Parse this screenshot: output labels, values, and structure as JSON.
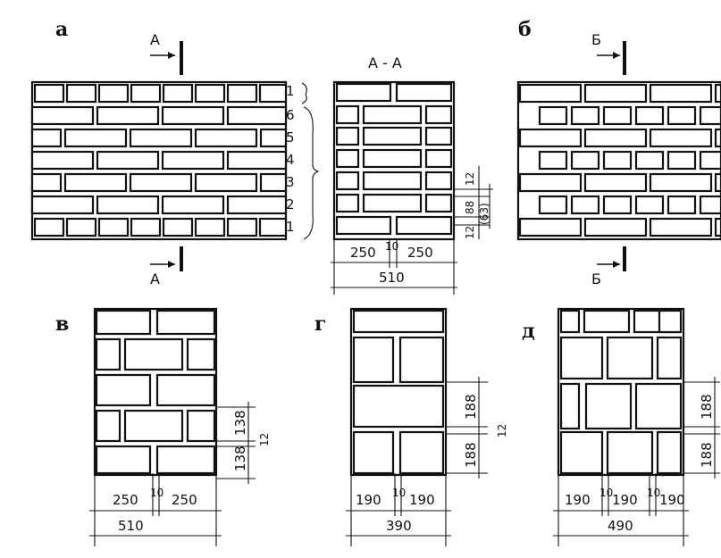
{
  "panels": {
    "a": "а",
    "b": "б",
    "v": "в",
    "g": "г",
    "d": "д"
  },
  "cut_marks": {
    "a_top": "А",
    "a_bottom": "А",
    "b_top": "Б",
    "b_bottom": "Б"
  },
  "section_title": "А - А",
  "course_numbers": [
    "1",
    "6",
    "5",
    "4",
    "3",
    "2",
    "1"
  ],
  "dims": {
    "section": {
      "left": "250",
      "joint": "10",
      "right": "250",
      "total": "510",
      "v12a": "12",
      "v88": "88",
      "v63": "(63)",
      "v12b": "12"
    },
    "v": {
      "left": "250",
      "joint": "10",
      "right": "250",
      "total": "510",
      "h138a": "138",
      "h138b": "138",
      "h12": "12"
    },
    "g": {
      "left": "190",
      "joint": "10",
      "right": "190",
      "total": "390",
      "h188a": "188",
      "h188b": "188",
      "h12": "12"
    },
    "d": {
      "a": "190",
      "j1": "10",
      "b": "190",
      "j2": "10",
      "c": "190",
      "total": "490",
      "h188a": "188",
      "h188b": "188"
    }
  },
  "colors": {
    "ink": "#111111",
    "paper": "#ffffff"
  }
}
